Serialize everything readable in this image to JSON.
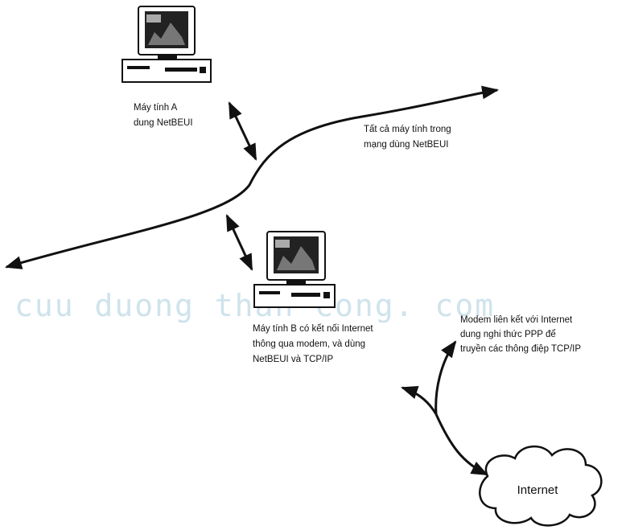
{
  "labels": {
    "computer_a": [
      "Máy tính A",
      "dung NetBEUI"
    ],
    "network": [
      "Tất cả máy tính trong",
      "mạng dùng NetBEUI"
    ],
    "computer_b": [
      "Máy tính B có kết nối Internet",
      "thông qua modem, và dùng",
      "NetBEUI và TCP/IP"
    ],
    "modem": [
      "Modem liên kết với Internet",
      "dung nghi thức PPP để",
      "truyền các thông điệp TCP/IP"
    ],
    "cloud": "Internet"
  },
  "watermark": "cuu duong than cong. com",
  "colors": {
    "ink": "#111111",
    "watermark": "#cfe3ec",
    "background": "#ffffff"
  }
}
